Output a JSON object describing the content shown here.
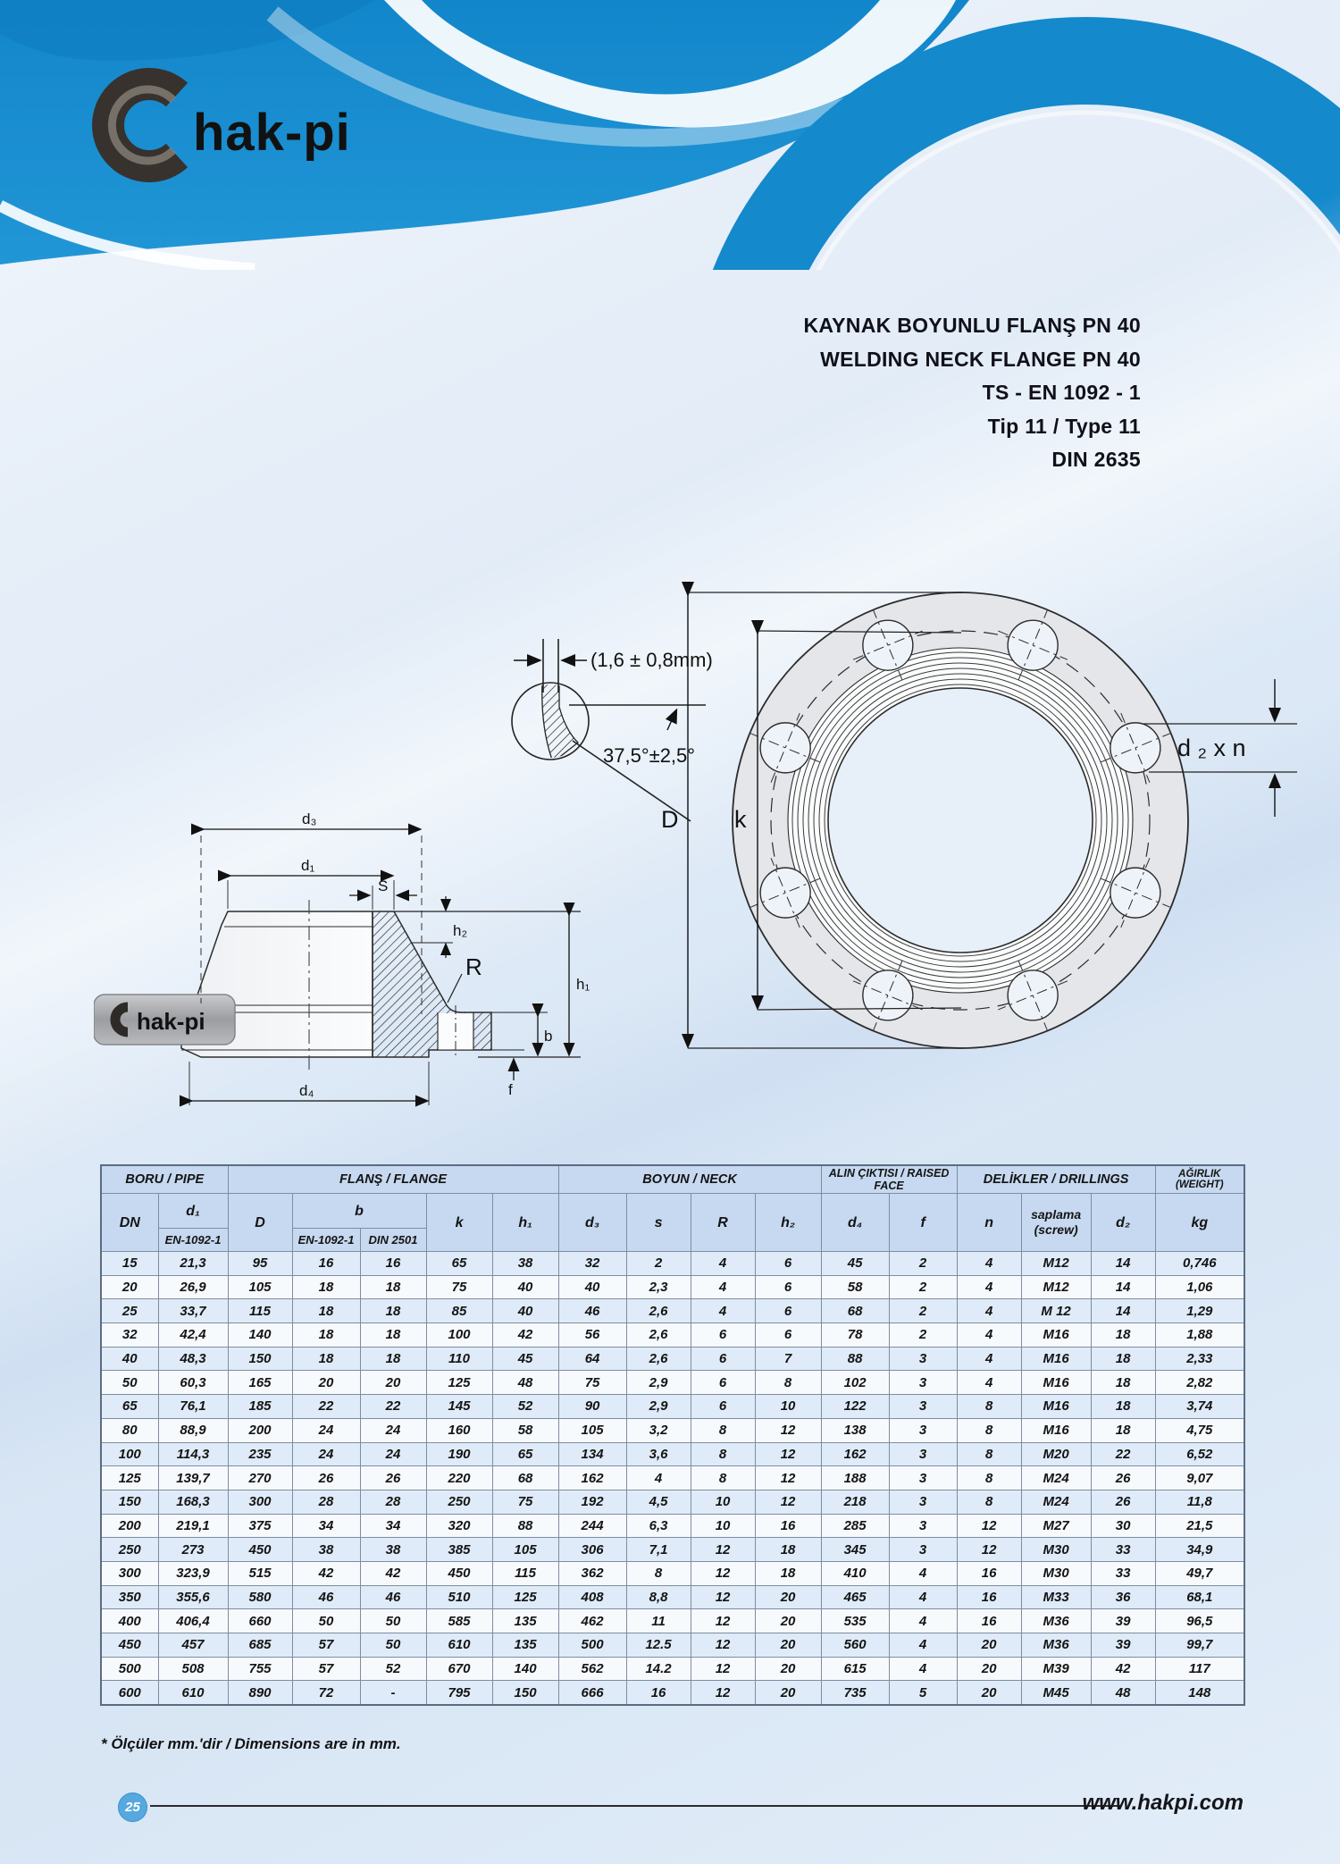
{
  "brand": {
    "logo_text": "hak-pi",
    "page_number": "25",
    "site_url": "www.hakpi.com"
  },
  "title": {
    "line1": "KAYNAK BOYUNLU FLANŞ PN 40",
    "line2": "WELDING NECK FLANGE PN 40",
    "line3": "TS - EN 1092 - 1",
    "line4": "Tip 11 / Type 11",
    "line5": "DIN 2635"
  },
  "drawing": {
    "weld_detail": {
      "gap_label": "(1,6 ± 0,8mm)",
      "angle_label": "37,5°±2,5°"
    },
    "front_view": {
      "outer_diameter_label": "D",
      "bolt_circle_label": "k",
      "holes_label": "d ₂ x n"
    },
    "section_view": {
      "d3": "d₃",
      "d1": "d₁",
      "s": "S",
      "h2": "h₂",
      "r": "R",
      "h1": "h₁",
      "b": "b",
      "f": "f",
      "d4": "d₄",
      "badge_text": "hak-pi"
    }
  },
  "table": {
    "groups": [
      {
        "label": "BORU / PIPE"
      },
      {
        "label": "FLANŞ / FLANGE"
      },
      {
        "label": "BOYUN / NECK"
      },
      {
        "label": "ALIN ÇIKTISI / RAISED FACE"
      },
      {
        "label": "DELİKLER / DRILLINGS"
      },
      {
        "label": "AĞIRLIK\n(WEIGHT)"
      }
    ],
    "header": {
      "dn": "DN",
      "d1": "d₁",
      "d1_sub": "EN-1092-1",
      "D": "D",
      "b": "b",
      "b_sub1": "EN-1092-1",
      "b_sub2": "DIN 2501",
      "k": "k",
      "h1": "h₁",
      "d3": "d₃",
      "s": "s",
      "R": "R",
      "h2": "h₂",
      "d4": "d₄",
      "f": "f",
      "n": "n",
      "screw": "saplama\n(screw)",
      "d2": "d₂",
      "kg": "kg"
    },
    "rows": [
      [
        "15",
        "21,3",
        "95",
        "16",
        "16",
        "65",
        "38",
        "32",
        "2",
        "4",
        "6",
        "45",
        "2",
        "4",
        "M12",
        "14",
        "0,746"
      ],
      [
        "20",
        "26,9",
        "105",
        "18",
        "18",
        "75",
        "40",
        "40",
        "2,3",
        "4",
        "6",
        "58",
        "2",
        "4",
        "M12",
        "14",
        "1,06"
      ],
      [
        "25",
        "33,7",
        "115",
        "18",
        "18",
        "85",
        "40",
        "46",
        "2,6",
        "4",
        "6",
        "68",
        "2",
        "4",
        "M 12",
        "14",
        "1,29"
      ],
      [
        "32",
        "42,4",
        "140",
        "18",
        "18",
        "100",
        "42",
        "56",
        "2,6",
        "6",
        "6",
        "78",
        "2",
        "4",
        "M16",
        "18",
        "1,88"
      ],
      [
        "40",
        "48,3",
        "150",
        "18",
        "18",
        "110",
        "45",
        "64",
        "2,6",
        "6",
        "7",
        "88",
        "3",
        "4",
        "M16",
        "18",
        "2,33"
      ],
      [
        "50",
        "60,3",
        "165",
        "20",
        "20",
        "125",
        "48",
        "75",
        "2,9",
        "6",
        "8",
        "102",
        "3",
        "4",
        "M16",
        "18",
        "2,82"
      ],
      [
        "65",
        "76,1",
        "185",
        "22",
        "22",
        "145",
        "52",
        "90",
        "2,9",
        "6",
        "10",
        "122",
        "3",
        "8",
        "M16",
        "18",
        "3,74"
      ],
      [
        "80",
        "88,9",
        "200",
        "24",
        "24",
        "160",
        "58",
        "105",
        "3,2",
        "8",
        "12",
        "138",
        "3",
        "8",
        "M16",
        "18",
        "4,75"
      ],
      [
        "100",
        "114,3",
        "235",
        "24",
        "24",
        "190",
        "65",
        "134",
        "3,6",
        "8",
        "12",
        "162",
        "3",
        "8",
        "M20",
        "22",
        "6,52"
      ],
      [
        "125",
        "139,7",
        "270",
        "26",
        "26",
        "220",
        "68",
        "162",
        "4",
        "8",
        "12",
        "188",
        "3",
        "8",
        "M24",
        "26",
        "9,07"
      ],
      [
        "150",
        "168,3",
        "300",
        "28",
        "28",
        "250",
        "75",
        "192",
        "4,5",
        "10",
        "12",
        "218",
        "3",
        "8",
        "M24",
        "26",
        "11,8"
      ],
      [
        "200",
        "219,1",
        "375",
        "34",
        "34",
        "320",
        "88",
        "244",
        "6,3",
        "10",
        "16",
        "285",
        "3",
        "12",
        "M27",
        "30",
        "21,5"
      ],
      [
        "250",
        "273",
        "450",
        "38",
        "38",
        "385",
        "105",
        "306",
        "7,1",
        "12",
        "18",
        "345",
        "3",
        "12",
        "M30",
        "33",
        "34,9"
      ],
      [
        "300",
        "323,9",
        "515",
        "42",
        "42",
        "450",
        "115",
        "362",
        "8",
        "12",
        "18",
        "410",
        "4",
        "16",
        "M30",
        "33",
        "49,7"
      ],
      [
        "350",
        "355,6",
        "580",
        "46",
        "46",
        "510",
        "125",
        "408",
        "8,8",
        "12",
        "20",
        "465",
        "4",
        "16",
        "M33",
        "36",
        "68,1"
      ],
      [
        "400",
        "406,4",
        "660",
        "50",
        "50",
        "585",
        "135",
        "462",
        "11",
        "12",
        "20",
        "535",
        "4",
        "16",
        "M36",
        "39",
        "96,5"
      ],
      [
        "450",
        "457",
        "685",
        "57",
        "50",
        "610",
        "135",
        "500",
        "12.5",
        "12",
        "20",
        "560",
        "4",
        "20",
        "M36",
        "39",
        "99,7"
      ],
      [
        "500",
        "508",
        "755",
        "57",
        "52",
        "670",
        "140",
        "562",
        "14.2",
        "12",
        "20",
        "615",
        "4",
        "20",
        "M39",
        "42",
        "117"
      ],
      [
        "600",
        "610",
        "890",
        "72",
        "-",
        "795",
        "150",
        "666",
        "16",
        "12",
        "20",
        "735",
        "5",
        "20",
        "M45",
        "48",
        "148"
      ]
    ],
    "footnote": "* Ölçüler mm.'dir / Dimensions are in mm."
  }
}
